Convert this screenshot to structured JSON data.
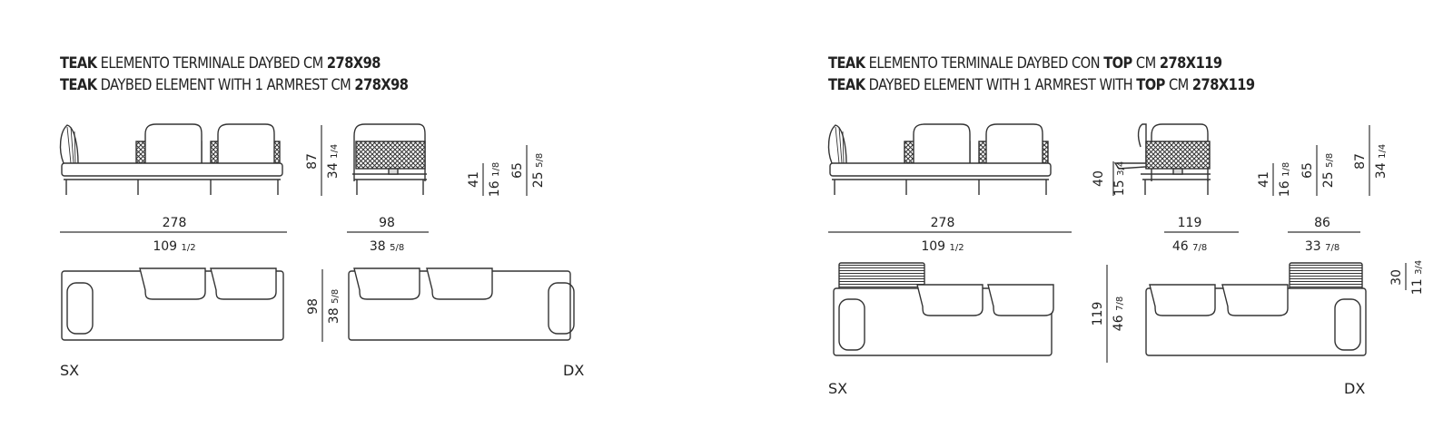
{
  "left": {
    "title_it": {
      "brand": "TEAK",
      "text": "ELEMENTO TERMINALE DAYBED CM",
      "size": "278X98"
    },
    "title_en": {
      "brand": "TEAK",
      "text": "DAYBED ELEMENT WITH 1 ARMREST CM",
      "size": "278X98"
    },
    "front": {
      "height_cm": "87",
      "height_in_whole": "34",
      "height_in_frac": "1/4",
      "width_cm": "278",
      "width_in_whole": "109",
      "width_in_frac": "1/2"
    },
    "side": {
      "depth_cm": "98",
      "depth_in_whole": "38",
      "depth_in_frac": "5/8",
      "seat_cm": "41",
      "seat_in_whole": "16",
      "seat_in_frac": "1/8",
      "arm_cm": "65",
      "arm_in_whole": "25",
      "arm_in_frac": "5/8"
    },
    "plan": {
      "depth_cm": "98",
      "depth_in_whole": "38",
      "depth_in_frac": "5/8"
    },
    "sx_label": "SX",
    "dx_label": "DX"
  },
  "right": {
    "title_it": {
      "brand": "TEAK",
      "text": "ELEMENTO TERMINALE DAYBED CON",
      "top": "TOP",
      "unit": "CM",
      "size": "278X119"
    },
    "title_en": {
      "brand": "TEAK",
      "text": "DAYBED ELEMENT WITH 1 ARMREST WITH",
      "top": "TOP",
      "unit": "CM",
      "size": "278X119"
    },
    "front": {
      "top_cm": "40",
      "top_in_whole": "15",
      "top_in_frac": "3/4",
      "width_cm": "278",
      "width_in_whole": "109",
      "width_in_frac": "1/2"
    },
    "side": {
      "depth_cm": "119",
      "depth_in_whole": "46",
      "depth_in_frac": "7/8",
      "seat_depth_cm": "86",
      "seat_depth_in_whole": "33",
      "seat_depth_in_frac": "7/8",
      "seat_cm": "41",
      "seat_in_whole": "16",
      "seat_in_frac": "1/8",
      "arm_cm": "65",
      "arm_in_whole": "25",
      "arm_in_frac": "5/8",
      "height_cm": "87",
      "height_in_whole": "34",
      "height_in_frac": "1/4"
    },
    "plan": {
      "depth_cm": "119",
      "depth_in_whole": "46",
      "depth_in_frac": "7/8",
      "top_cm": "30",
      "top_in_whole": "11",
      "top_in_frac": "3/4"
    },
    "sx_label": "SX",
    "dx_label": "DX"
  }
}
